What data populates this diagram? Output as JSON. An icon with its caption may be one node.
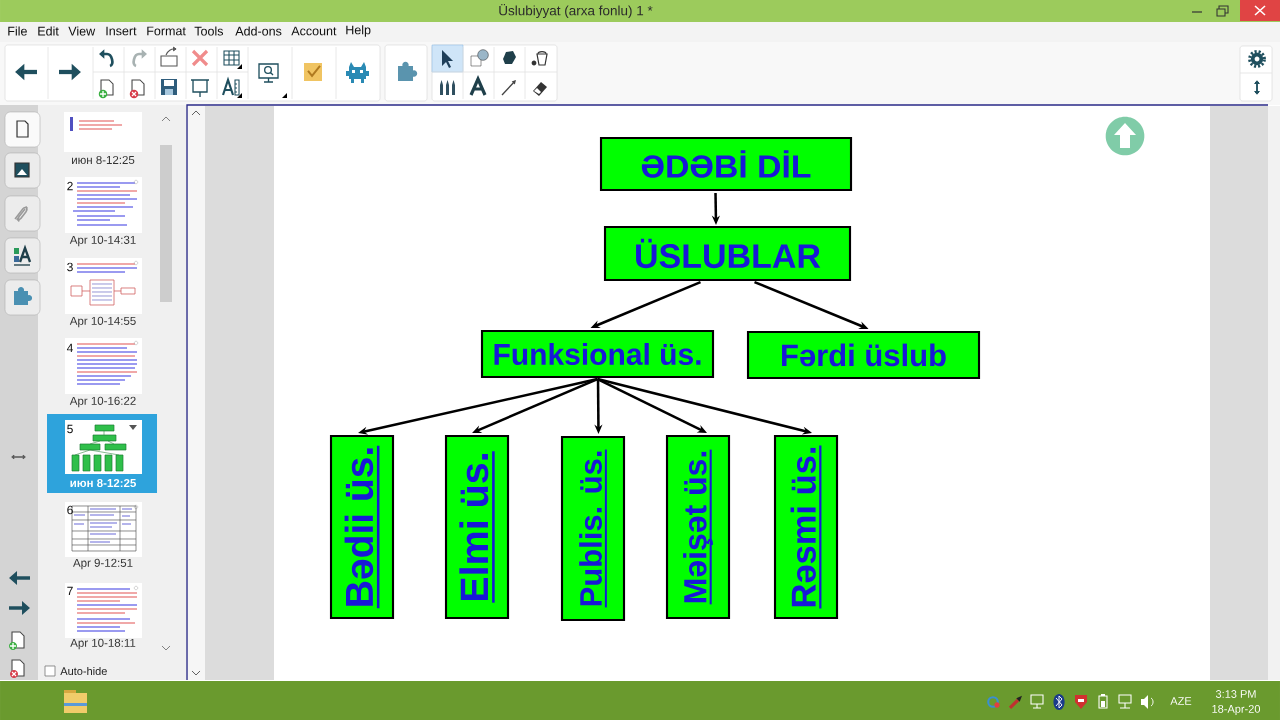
{
  "diagram": {
    "nodes": [
      {
        "text": [
          "ƏDƏBİ DİL"
        ]
      },
      {
        "text": [
          "ÜSLUBLAR"
        ]
      },
      {
        "text": [
          "Funksional üs."
        ]
      },
      {
        "text": [
          "Fərdi üslub"
        ]
      },
      {
        "text": [
          "Bədii üs."
        ]
      },
      {
        "text": [
          "Elmi üs."
        ]
      },
      {
        "text": [
          "Publis. üs."
        ]
      },
      {
        "text": [
          "Məişət üs."
        ]
      },
      {
        "text": [
          "Rəsmi üs."
        ]
      }
    ],
    "edges": [
      {
        "from": 0,
        "to": 1,
        "arrow": "to"
      },
      {
        "from": 1,
        "to": 2,
        "arrow": "to"
      },
      {
        "from": 1,
        "to": 3,
        "arrow": "to"
      },
      {
        "from": 2,
        "to": 4,
        "arrow": "to"
      },
      {
        "from": 2,
        "to": 5,
        "arrow": "to"
      },
      {
        "from": 2,
        "to": 6,
        "arrow": "to"
      },
      {
        "from": 2,
        "to": 7,
        "arrow": "to"
      },
      {
        "from": 2,
        "to": 8,
        "arrow": "to"
      }
    ],
    "labels": [
      "Üslubiyyat (arxa fonlu) 1 *",
      "File",
      "Edit",
      "View",
      "Insert",
      "Format",
      "Tools",
      "Add-ons",
      "Account",
      "Help",
      "июн 8-12:25",
      "2",
      "Apr 10-14:31",
      "3",
      "Apr 10-14:55",
      "4",
      "Apr 10-16:22",
      "5",
      "июн 8-12:25",
      "6",
      "Apr 9-12:51",
      "7",
      "Apr 10-18:11",
      "Auto-hide",
      "AZE",
      "3:13 PM",
      "18-Apr-20"
    ]
  }
}
